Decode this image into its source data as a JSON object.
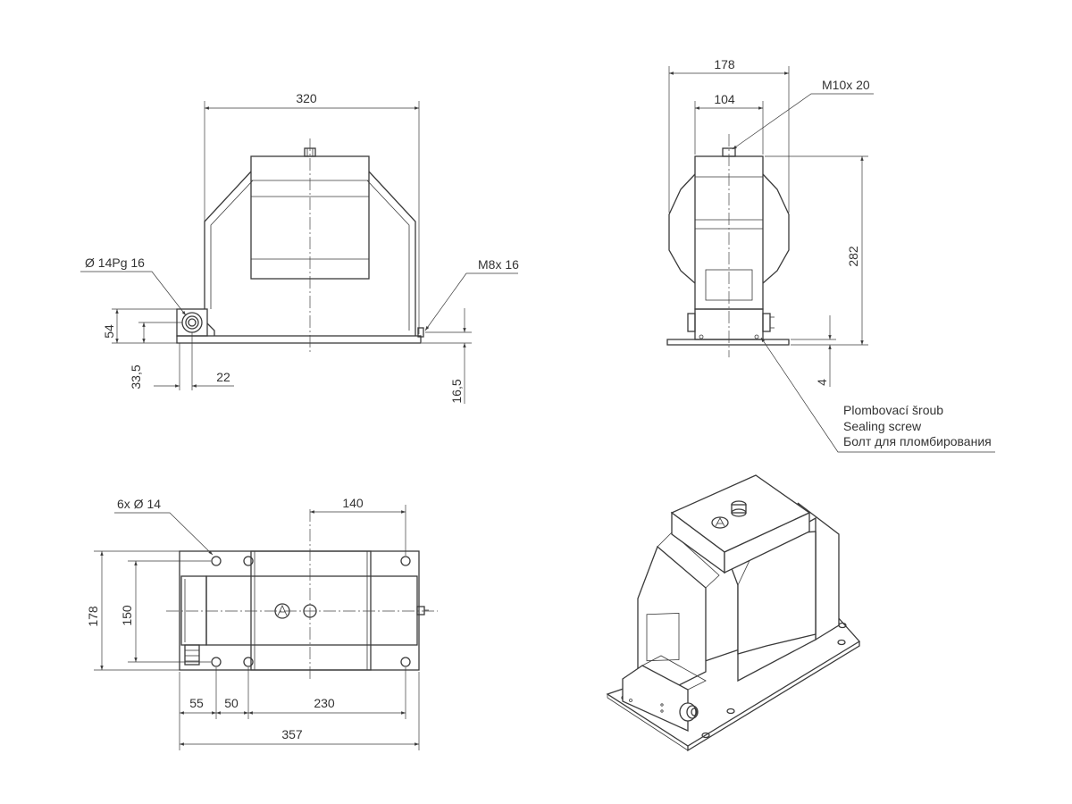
{
  "dimensions": {
    "front_width": "320",
    "front_height_54": "54",
    "front_offset_33_5": "33,5",
    "front_offset_22": "22",
    "front_offset_16_5": "16,5",
    "side_width_178": "178",
    "side_width_104": "104",
    "side_height_282": "282",
    "side_base_4": "4",
    "plan_140": "140",
    "plan_178": "178",
    "plan_150": "150",
    "plan_55": "55",
    "plan_50": "50",
    "plan_230": "230",
    "plan_357": "357"
  },
  "callouts": {
    "cable_gland": "Ø 14Pg 16",
    "earth_bolt": "M8x 16",
    "top_thread": "M10x 20",
    "holes": "6x  Ø 14"
  },
  "sealing_screw": {
    "cz": "Plombovací šroub",
    "en": "Sealing screw",
    "ru": "Болт для пломбирования"
  }
}
